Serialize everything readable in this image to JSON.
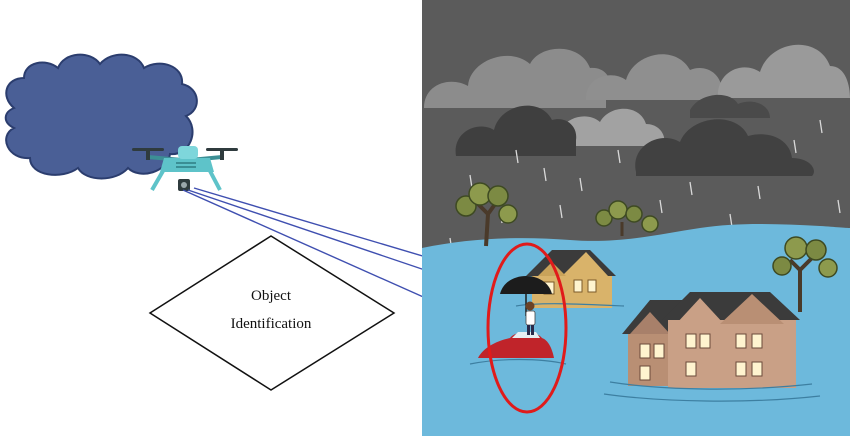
{
  "diagram": {
    "decision_label_line1": "Object",
    "decision_label_line2": "Identification"
  },
  "colors": {
    "cloud_fill": "#4a5f96",
    "cloud_stroke": "#2b3d6e",
    "drone_body": "#5ec3c9",
    "beam_line": "#3f4fb0",
    "sky": "#5b5b5b",
    "water": "#6db9dc",
    "highlight_ellipse": "#e01b1b"
  },
  "icons": {
    "cloud": "cloud-icon",
    "drone": "drone-icon",
    "flood_scene": "flood-scene-illustration"
  }
}
